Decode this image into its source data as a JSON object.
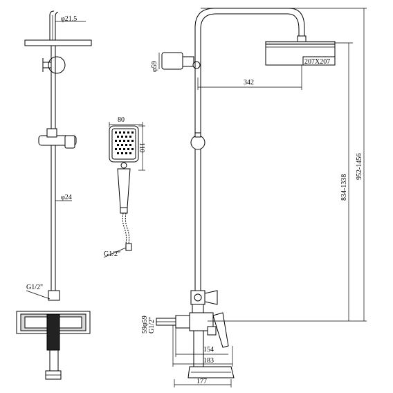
{
  "labels": {
    "top_pipe_dia": "φ21.5",
    "bar_dia": "φ24",
    "inlet_left": "G1/2\"",
    "hose_thread": "G1/2\"",
    "handshower_width": "80",
    "handshower_height": "110",
    "wall_mount_dia": "φ59",
    "arm_reach": "342",
    "head_size": "207X207",
    "bar_height": "834-1338",
    "overall_height": "952-1456",
    "inlet_size": "59φ59",
    "inlet_thread": "G1/2\"",
    "dim_154": "154",
    "dim_183": "183",
    "dim_177": "177"
  }
}
